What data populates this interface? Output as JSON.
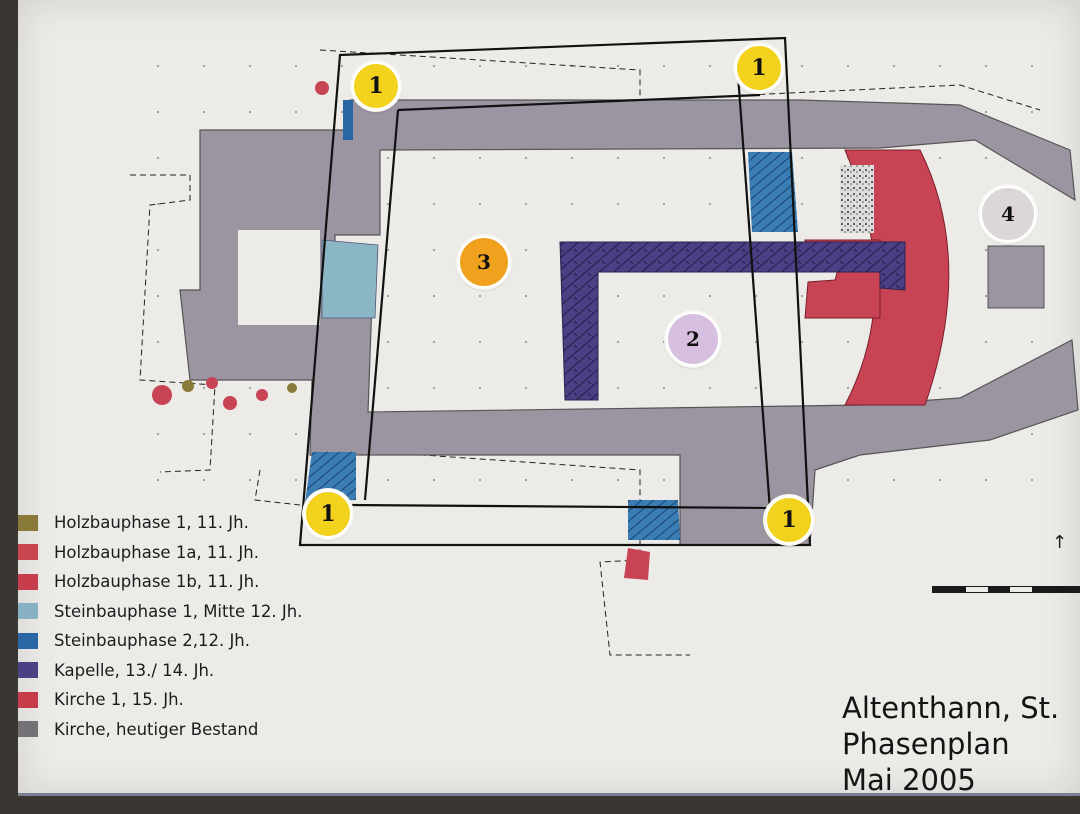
{
  "legend": [
    {
      "label": "Holzbauphase 1,  11. Jh.",
      "color": "#8a7a3a"
    },
    {
      "label": "Holzbauphase 1a, 11. Jh.",
      "color": "#c9454f"
    },
    {
      "label": "Holzbauphase 1b, 11. Jh.",
      "color": "#c63c4a"
    },
    {
      "label": "Steinbauphase 1, Mitte 12. Jh.",
      "color": "#88b2c4"
    },
    {
      "label": "Steinbauphase 2,12. Jh.",
      "color": "#2a66a4"
    },
    {
      "label": "Kapelle, 13./ 14. Jh.",
      "color": "#4b3f86"
    },
    {
      "label": "Kirche 1, 15. Jh.",
      "color": "#c63c4a"
    },
    {
      "label": "Kirche, heutiger Bestand",
      "color": "#757277"
    }
  ],
  "title": {
    "line1": "Altenthann, St.",
    "line2": "Phasenplan",
    "line3": "Mai 2005"
  },
  "markers": {
    "m1_label": "1",
    "m2_label": "2",
    "m3_label": "3",
    "m4_label": "4"
  },
  "north_arrow": "↑",
  "colors": {
    "paper": "#ecebe8",
    "current_church": "#9a95a1",
    "church1_red": "#c84455",
    "chapel_purple": "#4c3f86",
    "stone2_blue": "#3a7cb4",
    "stone1_light": "#8bb6c6",
    "marker_yellow": "#f2d21c",
    "marker_orange": "#f0a21e",
    "marker_lilac": "#d7bfe0",
    "marker_grey": "#dcd6d8"
  }
}
